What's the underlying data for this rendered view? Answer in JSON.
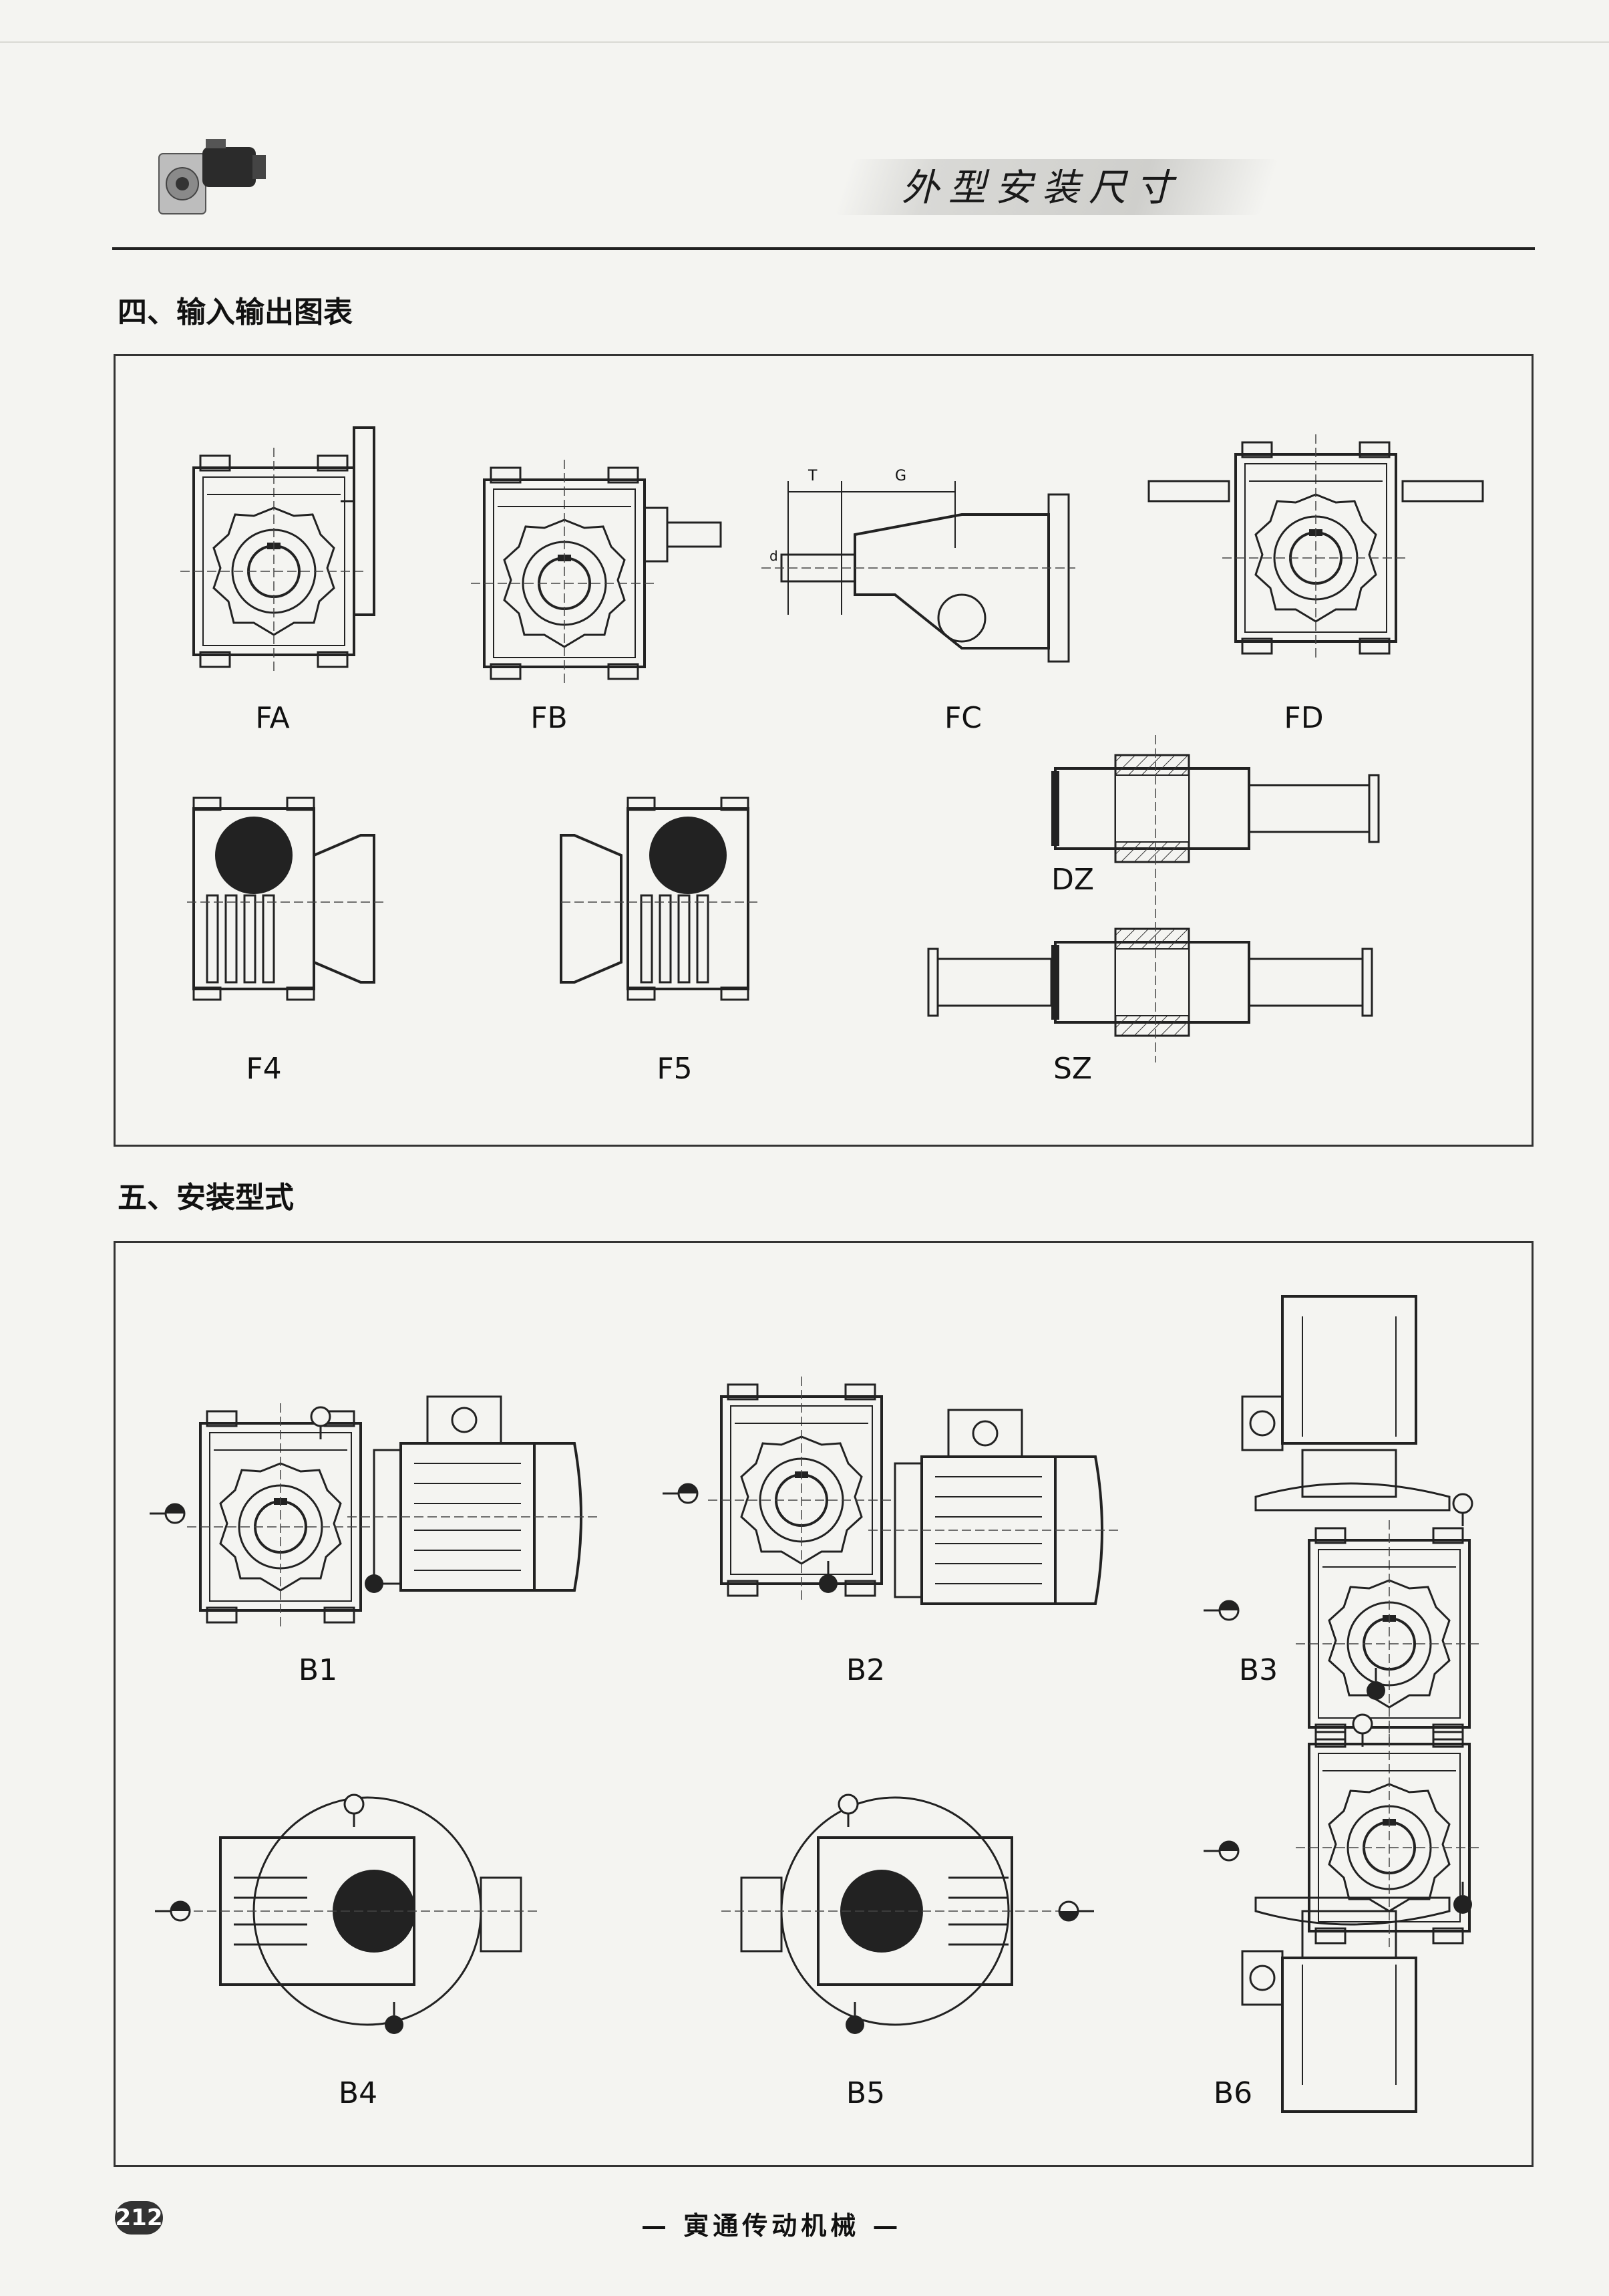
{
  "header": {
    "banner_title": "外型安装尺寸",
    "product_icon": "worm-gear-reducer-thumbnail"
  },
  "section4": {
    "title": "四、输入输出图表",
    "labels": {
      "fa": "FA",
      "fb": "FB",
      "fc": "FC",
      "fd": "FD",
      "f4": "F4",
      "f5": "F5",
      "dz": "DZ",
      "sz": "SZ"
    },
    "fc_dims": {
      "t": "T",
      "g": "G",
      "d": "d"
    }
  },
  "section5": {
    "title": "五、安装型式",
    "labels": {
      "b1": "B1",
      "b2": "B2",
      "b3": "B3",
      "b4": "B4",
      "b5": "B5",
      "b6": "B6"
    }
  },
  "footer": {
    "page_number": "212",
    "company": "— 寅通传动机械 —"
  }
}
